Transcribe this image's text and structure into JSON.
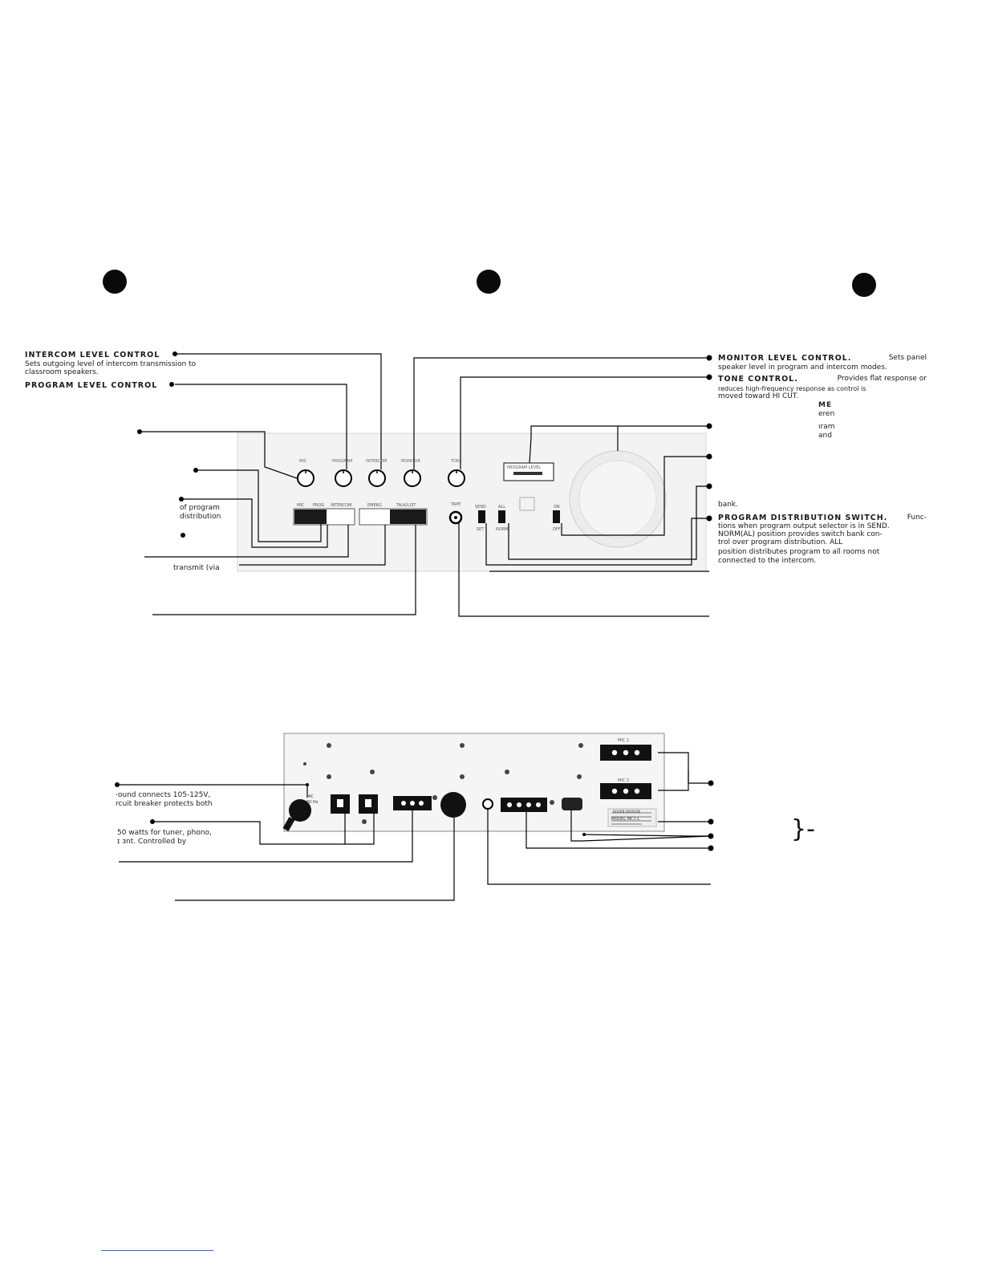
{
  "front_panel": {
    "callouts_left": {
      "intercom_level_title": "INTERCOM LEVEL CONTROL",
      "intercom_level_desc_1": "Sets outgoing level of intercom transmission to",
      "intercom_level_desc_2": "classroom speakers.",
      "program_level_title": "PROGRAM LEVEL CONTROL",
      "frag_of_program": "of  program",
      "frag_distribution": "distribution",
      "frag_transmit": "transmit  (via"
    },
    "callouts_right": {
      "monitor_title": "MONITOR   LEVEL   CONTROL.",
      "monitor_desc_1_tail": "Sets  panel",
      "monitor_desc_2": "speaker level in program and intercom modes.",
      "tone_title": "TONE  CONTROL.",
      "tone_desc_1_tail": "Provides  flat  response  or",
      "tone_desc_2": "reduces  high-frequency  response  as  control  is",
      "tone_desc_3": "moved toward HI CUT.",
      "frag_me": "ME",
      "frag_eren": "eren",
      "frag_iram": "ıram",
      "frag_and": "and",
      "frag_bank": "bank.",
      "distribution_title": "PROGRAM  DISTRIBUTION  SWITCH.",
      "distribution_desc_1_tail": "Func-",
      "distribution_desc_2": "tions when program output selector is in SEND.",
      "distribution_desc_3": "NORM(AL) position provides switch bank con-",
      "distribution_desc_4": "trol  over  program  distribution.  ALL",
      "distribution_desc_5": "position  distributes  program  to  all  rooms  not",
      "distribution_desc_6": "connected to the intercom."
    },
    "panel_labels": {
      "knob_mic": "MIC",
      "knob_program": "PROGRAM",
      "knob_intercom": "INTERCOM",
      "knob_monitor": "MONITOR",
      "knob_tone": "TONE",
      "meter": "PROGRAM  LEVEL",
      "sw_mic": "MIC",
      "sw_prog": "PROG",
      "sw_intercom": "INTERCOM",
      "sw_emerg": "EMERG",
      "sw_talk_list": "TALK/LIST",
      "tape": "TAPE",
      "send": "SEND",
      "all": "ALL",
      "set": "SET",
      "norm": "NORM",
      "power_on": "ON",
      "power_off": "OFF"
    }
  },
  "rear_panel": {
    "callouts_left": {
      "frag_ground": "·ound  connects  105-125V,",
      "frag_breaker": "rcuit breaker protects both",
      "frag_watts": "50 watts for tuner, phono,",
      "frag_controlled": "ɪ      ɜnt.  Controlled  by"
    },
    "panel_labels": {
      "mic1": "MIC 1",
      "mic2": "MIC 2",
      "model": "MODEL MCT-1",
      "ac": "AC",
      "hz": "60 Hz",
      "nameplate": "BOGEN DIVISION"
    }
  },
  "bracket_symbol": "}-"
}
